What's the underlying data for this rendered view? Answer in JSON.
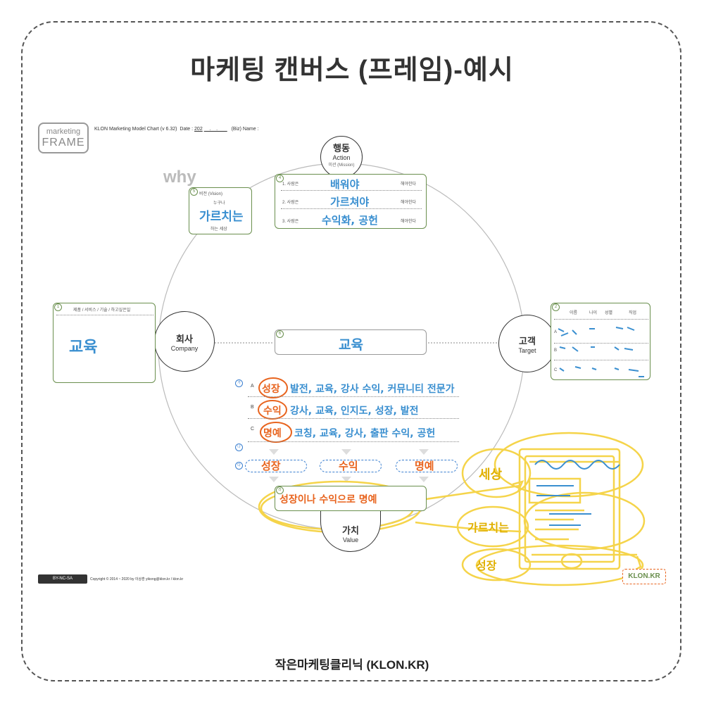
{
  "title": "마케팅 캔버스 (프레임)-예시",
  "footer": "작은마케팅클리닉 (KLON.KR)",
  "logo": {
    "line1": "marketing",
    "line2": "FRAME"
  },
  "header": {
    "chart": "KLON Marketing Model Chart (v 6.32)",
    "date_label": "Date :",
    "date_value": "202",
    "biz_label": "(Biz) Name :"
  },
  "why": "why",
  "nodes": {
    "action": {
      "ko": "행동",
      "en": "Action",
      "sub": "미션 (Mission)"
    },
    "company": {
      "ko": "회사",
      "en": "Company"
    },
    "target": {
      "ko": "고객",
      "en": "Target"
    },
    "value": {
      "ko": "가치",
      "en": "Value"
    }
  },
  "vision": {
    "num": "5",
    "label": "비전 (Vision)",
    "top": "누구나",
    "hand": "가르치는",
    "bottom": "하는 세상"
  },
  "mission": {
    "num": "4",
    "rows": [
      {
        "pre": "1. 사람은",
        "hand": "배워야",
        "post": "해야한다"
      },
      {
        "pre": "2. 사람은",
        "hand": "가르쳐야",
        "post": "해야한다"
      },
      {
        "pre": "3. 사람은",
        "hand": "수익화, 공헌",
        "post": "해야한다"
      }
    ]
  },
  "company_box": {
    "num": "1",
    "label": "제품 / 서비스 / 기술 / 하고싶은일",
    "hand": "교육"
  },
  "target_box": {
    "num": "2",
    "cols": [
      "이름",
      "나이",
      "성별",
      "직업"
    ],
    "rows": [
      "A",
      "B",
      "C"
    ]
  },
  "center_box": {
    "num": "6",
    "hand": "교육"
  },
  "value_rows": [
    {
      "letter": "가",
      "key": "A",
      "circled": "성장",
      "text": "발전, 교육, 강사 수익, 커뮤니티 전문가"
    },
    {
      "letter": "",
      "key": "B",
      "circled": "수익",
      "text": "강사, 교육, 인지도, 성장, 발전"
    },
    {
      "letter": "",
      "key": "C",
      "circled": "명예",
      "text": "코칭, 교육, 강사, 출판 수익, 공헌"
    }
  ],
  "value_marks": {
    "na": "나",
    "da": "다",
    "ra": "라"
  },
  "pills": [
    "성장",
    "수익",
    "명예"
  ],
  "value_box": {
    "hand": "성장이나 수익으로 명예"
  },
  "sketch_labels": [
    "세상",
    "가르치는",
    "성장"
  ],
  "copyright": {
    "badge": "BY-NC-SA",
    "text": "Copyright © 2014 ~ 2020 by 이상훈 yikong@klon.kr / klon.kr"
  },
  "klon_badge": "KLON.KR",
  "colors": {
    "green": "#6a8f4e",
    "blue": "#3a8fd0",
    "orange": "#e8641e",
    "yellow": "#f5d44a"
  }
}
